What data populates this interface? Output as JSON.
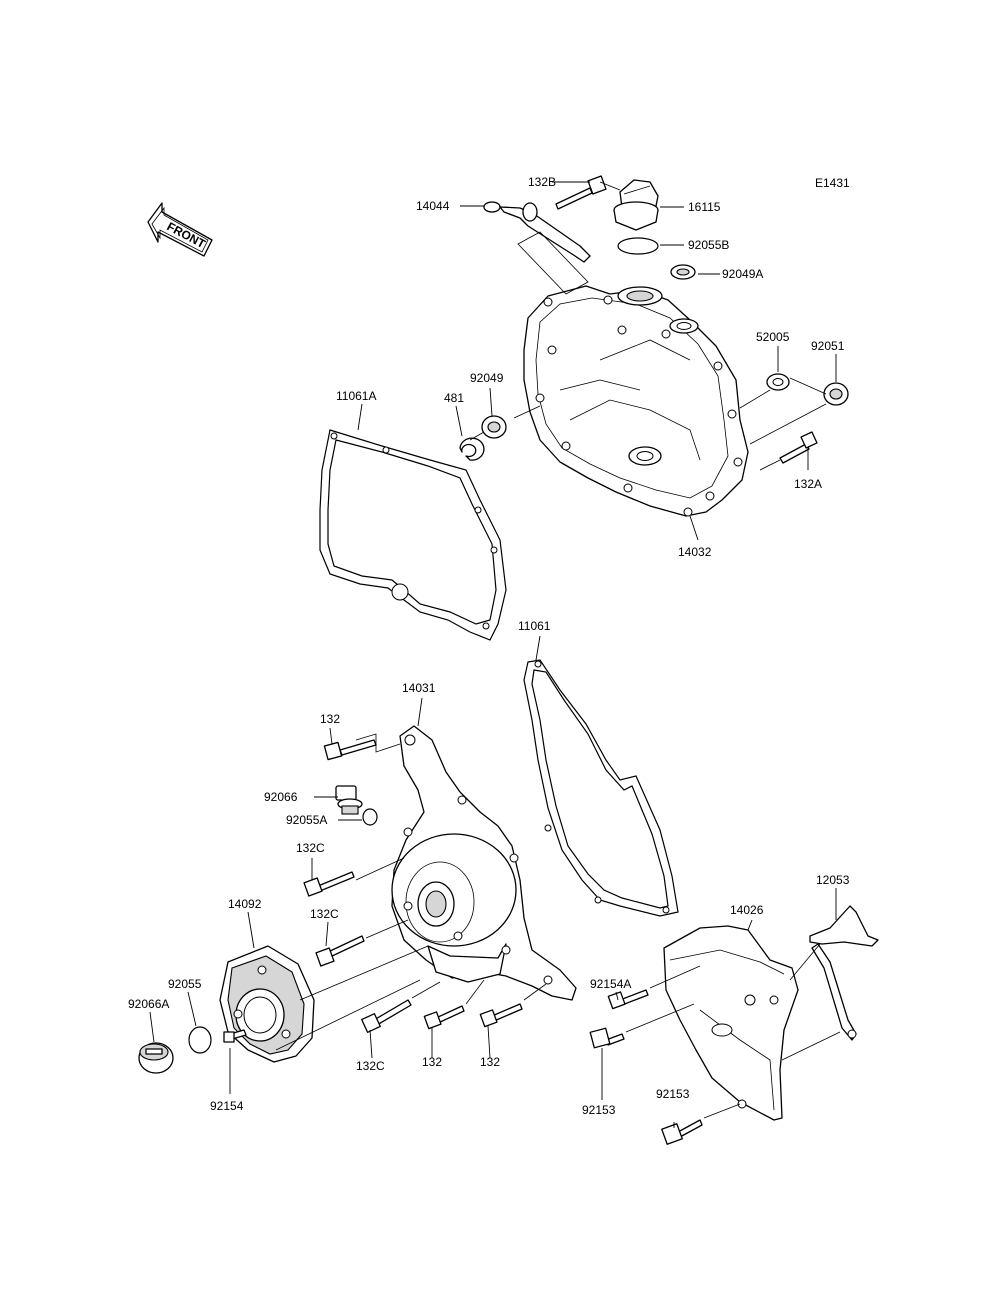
{
  "diagram_code": "E1431",
  "front_badge": "FRONT",
  "labels": {
    "p132B": "132B",
    "p14044": "14044",
    "p16115": "16115",
    "p92055B": "92055B",
    "p92049A": "92049A",
    "p52005": "52005",
    "p92051": "92051",
    "p92049": "92049",
    "p481": "481",
    "p11061A": "11061A",
    "p132A": "132A",
    "p14032": "14032",
    "p11061": "11061",
    "p14031": "14031",
    "p132_top": "132",
    "p92066": "92066",
    "p92055A": "92055A",
    "p132C_1": "132C",
    "p132C_2": "132C",
    "p14092": "14092",
    "p92055": "92055",
    "p92066A": "92066A",
    "p92154": "92154",
    "p132C_3": "132C",
    "p132_b1": "132",
    "p132_b2": "132",
    "p12053": "12053",
    "p14026": "14026",
    "p92154A": "92154A",
    "p92153_1": "92153",
    "p92153_2": "92153"
  }
}
